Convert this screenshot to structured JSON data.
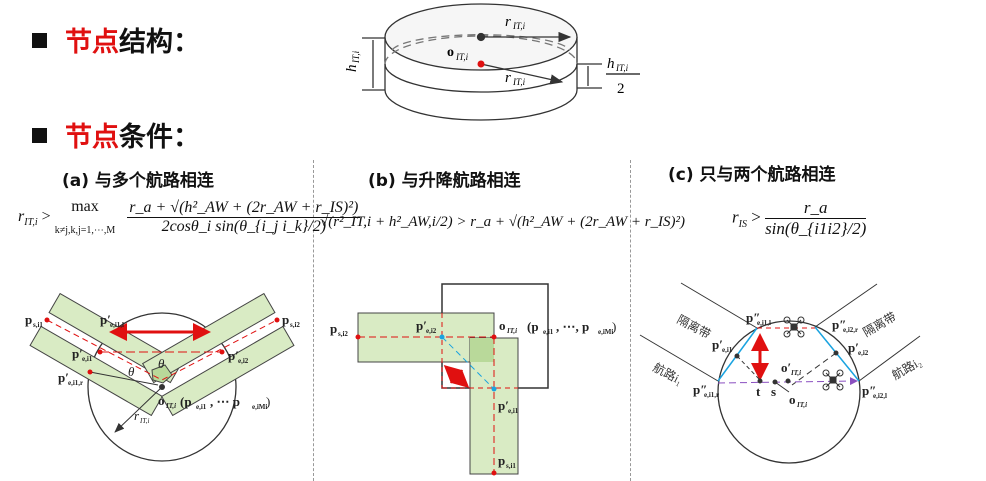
{
  "headings": [
    {
      "marker": "■",
      "highlight": "节点",
      "rest": "结构："
    },
    {
      "marker": "■",
      "highlight": "节点",
      "rest": "条件："
    }
  ],
  "cylinder": {
    "r_label": "r",
    "r_sub": "IT,i",
    "h_label": "h",
    "h_sub": "IT,i",
    "o_label": "o",
    "o_sub": "IT,i",
    "half_den": "2"
  },
  "panels": [
    {
      "title": "(a) 与多个航路相连",
      "formula": {
        "lhs": "r",
        "lhs_sub": "IT,i",
        "op": " > ",
        "max": "max",
        "max_sub": "k≠j,k,j=1,⋯,M",
        "num": "r_a + √(h²_AW + (2r_AW + r_IS)²)",
        "den": "2cosθ_i sin(θ_{i_j i_k}/2)"
      },
      "labels": {
        "ps1": "p",
        "ps1_sub": "s,i1",
        "ps2": "p",
        "ps2_sub": "s,i2",
        "pe1l": "p′",
        "pe1l_sub": "e,i1,l",
        "pe1r": "p′",
        "pe1r_sub": "e,i1,r",
        "pe1": "p′",
        "pe1_sub": "e,i1",
        "pe2": "p′",
        "pe2_sub": "e,i2",
        "theta": "θ",
        "theta_i": "θ",
        "o": "o",
        "o_sub": "IT,i",
        "set": "(p",
        "set_sub1": "e,i1",
        "set_mid": ", ⋯ p",
        "set_sub2": "e,iMi",
        "set_end": ")",
        "r": "r",
        "r_sub": "IT,i"
      }
    },
    {
      "title": "(b) 与升降航路相连",
      "formula": {
        "text": "√(r²_IT,i + h²_AW,i/2) > r_a + √(h²_AW + (2r_AW + r_IS)²)"
      },
      "labels": {
        "ps2": "p",
        "ps2_sub": "s,i2",
        "pe2": "p′",
        "pe2_sub": "e,i2",
        "o": "o",
        "o_sub": "IT,i",
        "set": "(p",
        "set_sub1": "e,i1",
        "set_mid": ", ⋯, p",
        "set_sub2": "e,iMi",
        "set_end": ")",
        "pe1": "p′",
        "pe1_sub": "e,i1",
        "ps1": "p",
        "ps1_sub": "s,i1"
      }
    },
    {
      "title": "(c) 只与两个航路相连",
      "formula": {
        "lhs": "r",
        "lhs_sub": "IS",
        "op": " > ",
        "num": "r_a",
        "den": "sin(θ_{i1i2}/2)"
      },
      "labels": {
        "zone1": "隔离带",
        "zone2": "隔离带",
        "route1": "航路i₁",
        "route2": "航路i₂",
        "pp1l": "p″",
        "pp1l_sub": "e,i1,l",
        "pp1r": "p″",
        "pp1r_sub": "e,i1,r",
        "pp2r": "p″",
        "pp2r_sub": "e,i2,r",
        "pp2l": "p″",
        "pp2l_sub": "e,i2,l",
        "pe1": "p′",
        "pe1_sub": "e,i1",
        "pe2": "p′",
        "pe2_sub": "e,i2",
        "o1": "o′",
        "o1_sub": "IT,i",
        "o": "o",
        "o_sub": "IT,i",
        "t": "t",
        "s": "s"
      }
    }
  ],
  "colors": {
    "red": "#e01010",
    "green_fill": "#d9ebc4",
    "green_dark": "#b9d99a",
    "blue": "#1aa3e0",
    "purple": "#8a4fc0"
  }
}
